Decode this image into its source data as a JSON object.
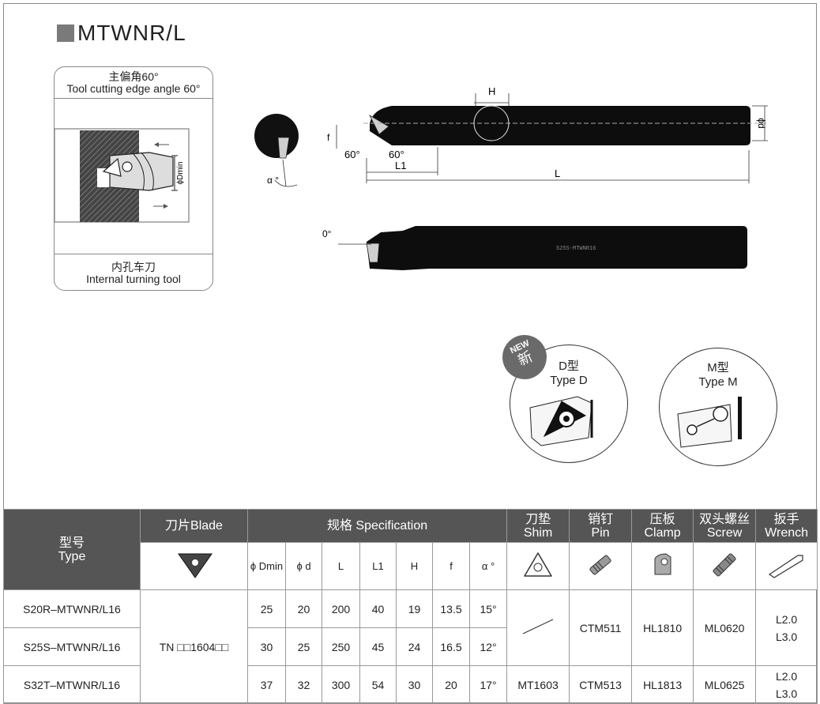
{
  "title": "MTWNR/L",
  "card": {
    "top_line1": "主偏角60°",
    "top_line2": "Tool cutting edge angle 60°",
    "dmin_label": "ϕDmin",
    "bottom_line1": "内孔车刀",
    "bottom_line2": "Internal turning tool"
  },
  "drawing": {
    "label_H": "H",
    "label_f": "f",
    "angle_left": "60°",
    "angle_right": "60°",
    "label_L1": "L1",
    "label_L": "L",
    "label_d": "ϕd",
    "label_alpha": "α °",
    "angle_zero": "0°",
    "shank_marking": "S25S-MTWNR16"
  },
  "types": {
    "badge_new": "NEW",
    "badge_xin": "新",
    "d_cn": "D型",
    "d_en": "Type D",
    "m_cn": "M型",
    "m_en": "Type M"
  },
  "table": {
    "header": {
      "type_cn": "型号",
      "type_en": "Type",
      "blade": "刀片Blade",
      "spec": "规格 Specification",
      "shim_cn": "刀垫",
      "shim_en": "Shim",
      "pin_cn": "销钉",
      "pin_en": "Pin",
      "clamp_cn": "压板",
      "clamp_en": "Clamp",
      "screw_cn": "双头螺丝",
      "screw_en": "Screw",
      "wrench_cn": "扳手",
      "wrench_en": "Wrench"
    },
    "spec_columns": [
      "ϕ Dmin",
      "ϕ d",
      "L",
      "L1",
      "H",
      "f",
      "α °"
    ],
    "blade_value": "TN □□1604□□",
    "rows": [
      {
        "type": "S20R–MTWNR/L16",
        "specs": [
          "25",
          "20",
          "200",
          "40",
          "19",
          "13.5",
          "15°"
        ]
      },
      {
        "type": "S25S–MTWNR/L16",
        "specs": [
          "30",
          "25",
          "250",
          "45",
          "24",
          "16.5",
          "12°"
        ]
      },
      {
        "type": "S32T–MTWNR/L16",
        "specs": [
          "37",
          "32",
          "300",
          "54",
          "30",
          "20",
          "17°"
        ]
      }
    ],
    "parts_group_1": {
      "pin": "CTM511",
      "clamp": "HL1810",
      "screw": "ML0620",
      "wrench_1": "L2.0",
      "wrench_2": "L3.0"
    },
    "parts_group_2": {
      "shim": "MT1603",
      "pin": "CTM513",
      "clamp": "HL1813",
      "screw": "ML0625",
      "wrench_1": "L2.0",
      "wrench_2": "L3.0"
    }
  }
}
